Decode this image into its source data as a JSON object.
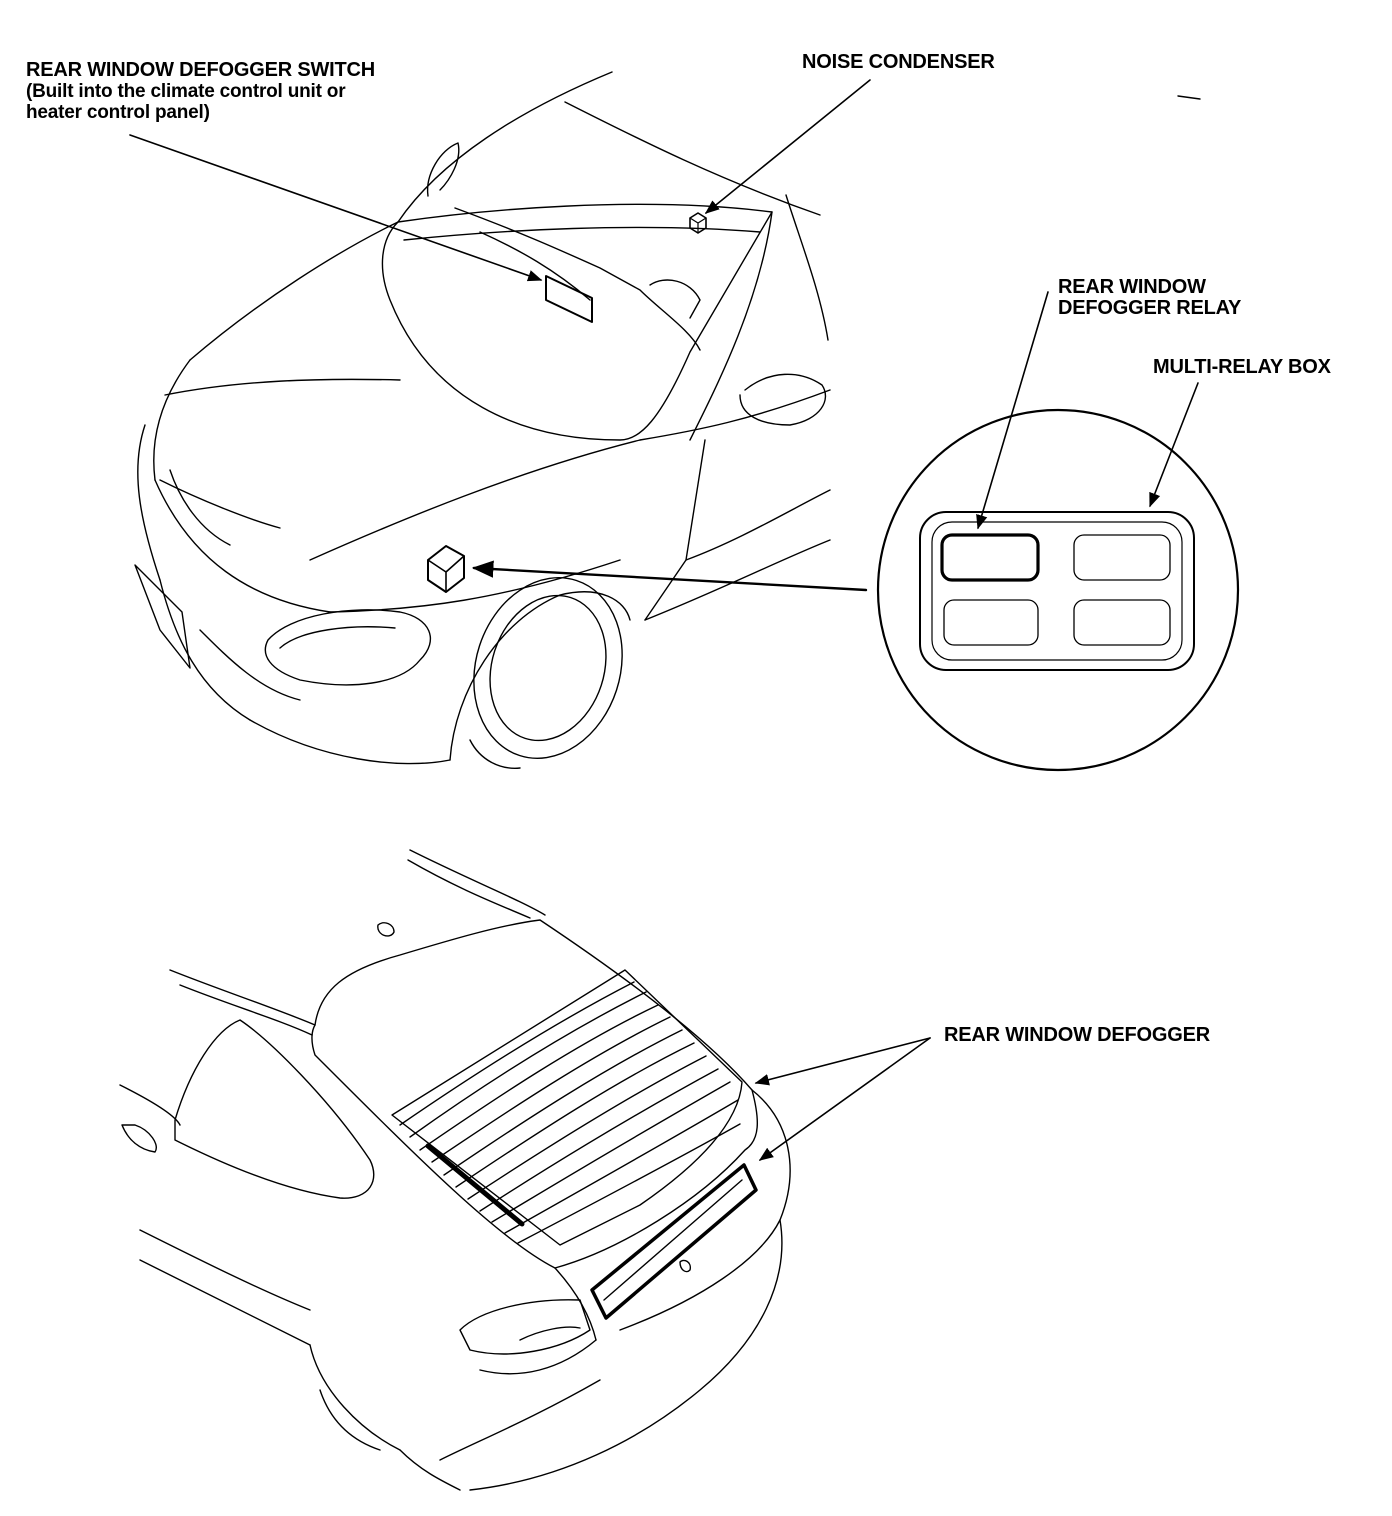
{
  "labels": {
    "switch_title": "REAR WINDOW DEFOGGER SWITCH",
    "switch_note_line1": "(Built into the climate control unit or",
    "switch_note_line2": "heater control panel)",
    "noise_condenser": "NOISE CONDENSER",
    "relay_line1": "REAR WINDOW",
    "relay_line2": "DEFOGGER RELAY",
    "multi_relay_box": "MULTI-RELAY BOX",
    "rear_defogger": "REAR WINDOW DEFOGGER"
  },
  "colors": {
    "line": "#000000",
    "background": "#ffffff"
  }
}
